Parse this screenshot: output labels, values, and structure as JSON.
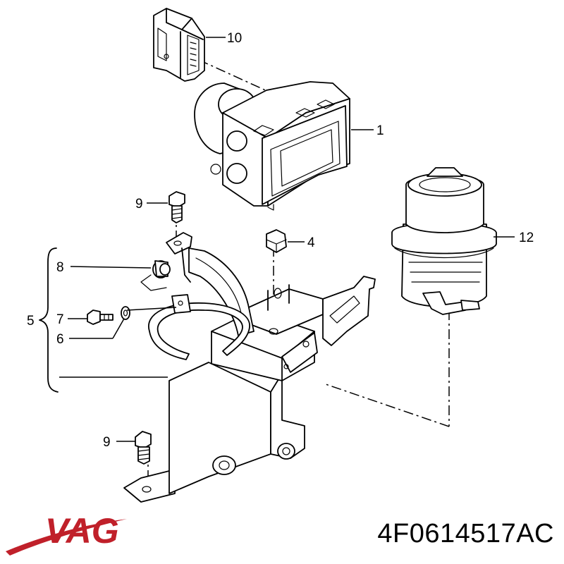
{
  "brand": {
    "logo_text": "VAG",
    "accent_color": "#c0202a"
  },
  "part_number": "4F0614517AC",
  "callouts": {
    "c1": "1",
    "c4": "4",
    "c5": "5",
    "c6": "6",
    "c7": "7",
    "c8": "8",
    "c9_top": "9",
    "c9_bottom": "9",
    "c10": "10",
    "c12": "12"
  }
}
